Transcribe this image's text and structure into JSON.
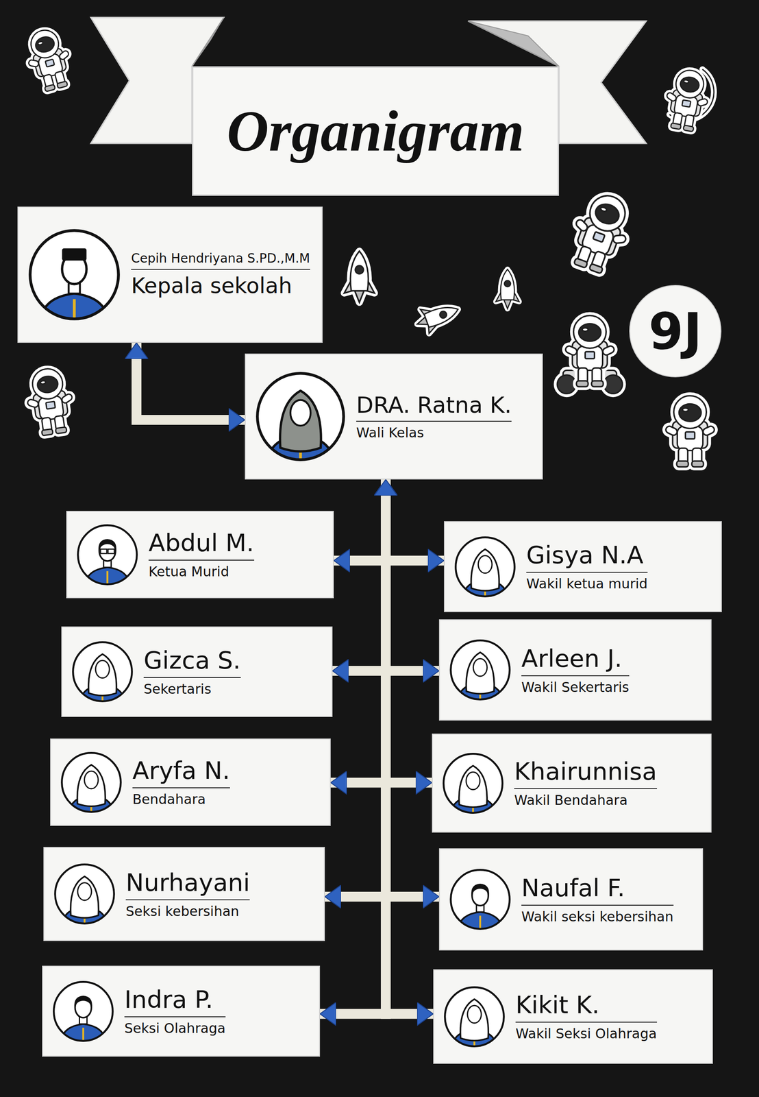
{
  "diagram": {
    "title": "Organigram",
    "nodes": [
      {
        "text": [
          "Cepih Hendriyana S.PD.,M.M",
          "Kepala sekolah"
        ]
      },
      {
        "text": [
          "9J"
        ]
      },
      {
        "text": [
          "DRA. Ratna K.",
          "Wali Kelas"
        ]
      },
      {
        "text": [
          "Abdul M.",
          "Ketua Murid"
        ]
      },
      {
        "text": [
          "Gisya N.A",
          "Wakil ketua murid"
        ]
      },
      {
        "text": [
          "Gizca S.",
          "Sekertaris"
        ]
      },
      {
        "text": [
          "Arleen J.",
          "Wakil Sekertaris"
        ]
      },
      {
        "text": [
          "Aryfa N.",
          "Bendahara"
        ]
      },
      {
        "text": [
          "Khairunnisa",
          "Wakil Bendahara"
        ]
      },
      {
        "text": [
          "Nurhayani",
          "Seksi kebersihan"
        ]
      },
      {
        "text": [
          "Naufal F.",
          "Wakil seksi kebersihan"
        ]
      },
      {
        "text": [
          "Indra P.",
          "Seksi Olahraga"
        ]
      },
      {
        "text": [
          "Kikit K.",
          "Wakil Seksi Olahraga"
        ]
      }
    ],
    "edges": [
      {
        "from": 0,
        "to": 2,
        "arrow": "both"
      },
      {
        "from": 2,
        "to": 3,
        "arrow": "both"
      },
      {
        "from": 2,
        "to": 4,
        "arrow": "both"
      },
      {
        "from": 2,
        "to": 5,
        "arrow": "both"
      },
      {
        "from": 2,
        "to": 6,
        "arrow": "both"
      },
      {
        "from": 2,
        "to": 7,
        "arrow": "both"
      },
      {
        "from": 2,
        "to": 8,
        "arrow": "both"
      },
      {
        "from": 2,
        "to": 9,
        "arrow": "both"
      },
      {
        "from": 2,
        "to": 10,
        "arrow": "both"
      },
      {
        "from": 2,
        "to": 11,
        "arrow": "both"
      },
      {
        "from": 2,
        "to": 12,
        "arrow": "both"
      }
    ]
  }
}
